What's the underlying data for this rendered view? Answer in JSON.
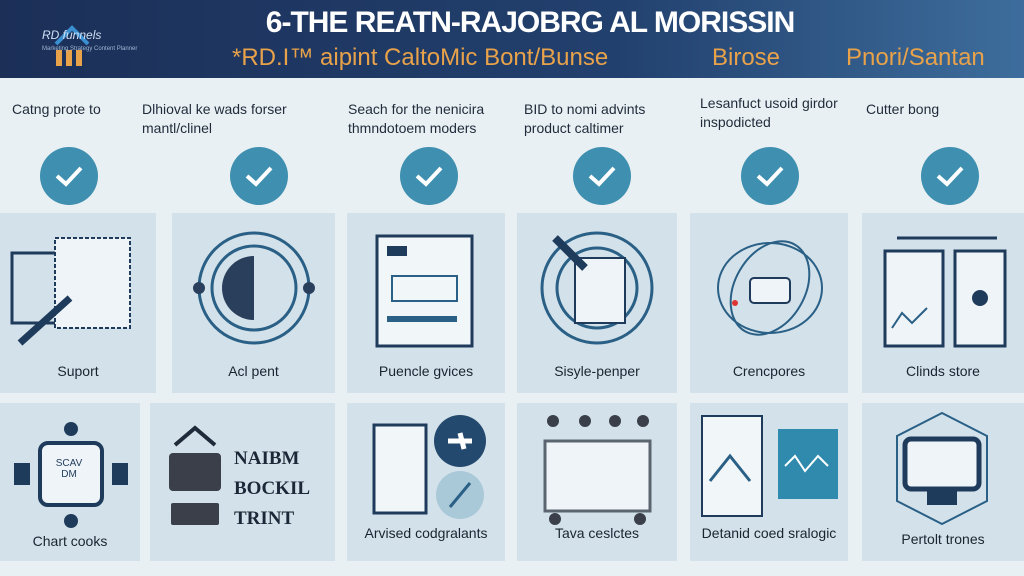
{
  "header": {
    "title": "6-THE REATN-RAJOBRG AL MORISSIN",
    "logo_text": "RD funnels",
    "logo_sub": "Marketing Strategy Content Planner",
    "subtitle_1": "*RD.I™ aipint CaltoMic Bont/Bunse",
    "subtitle_2": "Birose",
    "subtitle_3": "Pnori/Santan"
  },
  "steps": [
    {
      "label": "Catng prote to"
    },
    {
      "label": "Dlhioval ke wads forser mantl/clinel"
    },
    {
      "label": "Seach for the nenicira thmndotoem moders"
    },
    {
      "label": "BID to nomi advints product caltimer"
    },
    {
      "label": "Lesanfuct usoid girdor inspodicted"
    },
    {
      "label": "Cutter bong"
    }
  ],
  "row1": [
    {
      "label": "Suport"
    },
    {
      "label": "Acl pent"
    },
    {
      "label": "Puencle gvices"
    },
    {
      "label": "Sisyle-penper"
    },
    {
      "label": "Crencpores"
    },
    {
      "label": "Clinds store"
    }
  ],
  "row2": [
    {
      "label": "Chart cooks",
      "icon_text": "SCAV DM"
    },
    {
      "label": "",
      "lines": [
        "NAIBM",
        "BOCKIL",
        "TRINT"
      ]
    },
    {
      "label": "Arvised codgralants"
    },
    {
      "label": "Tava ceslctes"
    },
    {
      "label": "Detanid coed sralogic"
    },
    {
      "label": "Pertolt trones"
    }
  ],
  "colors": {
    "navy": "#1b2f57",
    "accent": "#3f8fb0",
    "orange": "#e8a24a",
    "card": "#d3e2ea"
  }
}
